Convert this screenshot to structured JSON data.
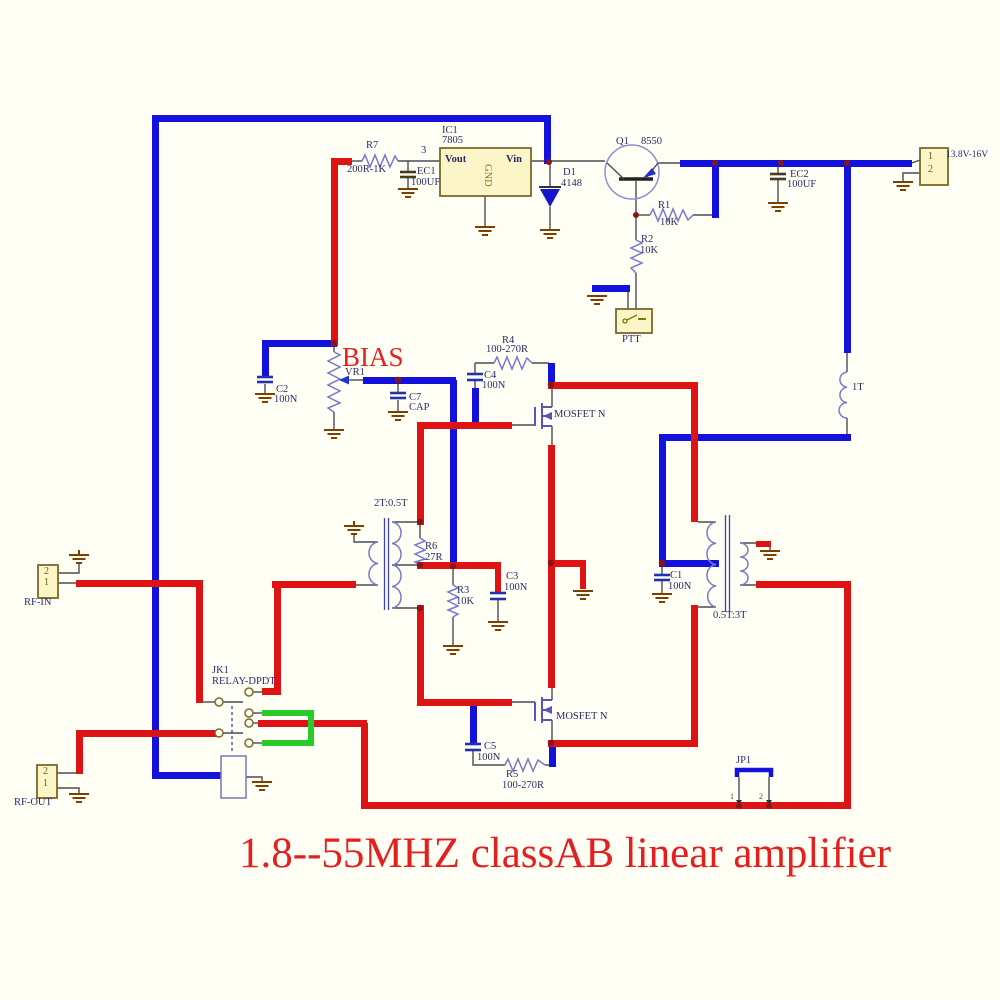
{
  "title": "1.8--55MHZ classAB  linear amplifier",
  "colors": {
    "background": "#fffef5",
    "wire_blue": "#1212dc",
    "wire_red": "#de1414",
    "wire_green": "#28cc28",
    "component_box_fill": "#fbf5c8",
    "label_navy": "#2b2b66",
    "title_red": "#e32020",
    "ground_brown": "#7b3f00"
  },
  "components": {
    "ic1": {
      "ref": "IC1",
      "part": "7805",
      "pin_vout": "Vout",
      "pin_gnd": "GND",
      "pin_vin": "Vin",
      "pin3": "3"
    },
    "r7": {
      "ref": "R7",
      "value": "200R-1K"
    },
    "ec1": {
      "ref": "EC1",
      "value": "100UF"
    },
    "d1": {
      "ref": "D1",
      "value": "4148"
    },
    "q1": {
      "ref": "Q1",
      "part": "8550"
    },
    "r1": {
      "ref": "R1",
      "value": "10K"
    },
    "r2": {
      "ref": "R2",
      "value": "10K"
    },
    "ptt": {
      "label": "PTT"
    },
    "ec2": {
      "ref": "EC2",
      "value": "100UF"
    },
    "power_conn": {
      "pin1": "1",
      "pin2": "2",
      "label": "13.8V-16V"
    },
    "bias": {
      "label": "BIAS"
    },
    "vr1": {
      "ref": "VR1"
    },
    "c2": {
      "ref": "C2",
      "value": "100N"
    },
    "c7": {
      "ref": "C7",
      "value": "CAP"
    },
    "r4": {
      "ref": "R4",
      "value": "100-270R"
    },
    "c4": {
      "ref": "C4",
      "value": "100N"
    },
    "mosfet_top": {
      "label": "MOSFET N"
    },
    "l1": {
      "label": "1T"
    },
    "t_in": {
      "label": "2T:0.5T"
    },
    "r6": {
      "ref": "R6",
      "value": "27R"
    },
    "r3": {
      "ref": "R3",
      "value": "10K"
    },
    "c3": {
      "ref": "C3",
      "value": "100N"
    },
    "c1": {
      "ref": "C1",
      "value": "100N"
    },
    "t_out": {
      "label": "0.5T:3T"
    },
    "rf_in": {
      "label": "RF-IN",
      "pin1": "1",
      "pin2": "2"
    },
    "jk1": {
      "ref": "JK1",
      "part": "RELAY-DPDT"
    },
    "rf_out": {
      "label": "RF-OUT",
      "pin1": "1",
      "pin2": "2"
    },
    "c5": {
      "ref": "C5",
      "value": "100N"
    },
    "r5": {
      "ref": "R5",
      "value": "100-270R"
    },
    "mosfet_bot": {
      "label": "MOSFET N"
    },
    "jp1": {
      "ref": "JP1",
      "pin1": "1",
      "pin2": "2"
    }
  }
}
